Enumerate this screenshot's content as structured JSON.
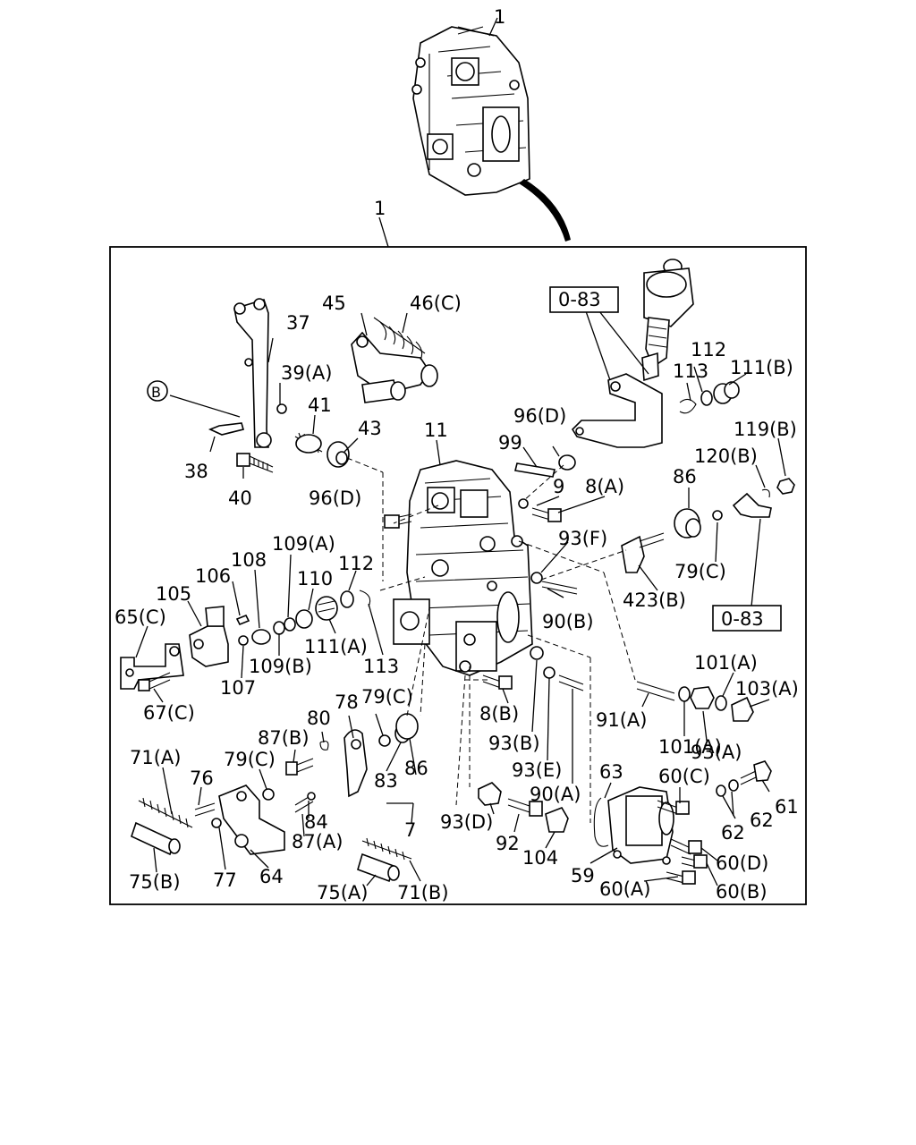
{
  "labels": {
    "top_ref": "1",
    "assembly_ref": "1",
    "ref_037": "37",
    "ref_045": "45",
    "ref_046c": "46(C)",
    "ref_039a": "39(A)",
    "ref_B": "B",
    "ref_041": "41",
    "ref_043": "43",
    "ref_038": "38",
    "ref_040": "40",
    "ref_011": "11",
    "ref_099": "99",
    "ref_096d_top": "96(D)",
    "ref_096d_left": "96(D)",
    "ref_009": "9",
    "ref_008a": "8(A)",
    "ref_083_top": "0-83",
    "ref_112_top": "112",
    "ref_113_top": "113",
    "ref_111b": "111(B)",
    "ref_119b": "119(B)",
    "ref_120b": "120(B)",
    "ref_086_top": "86",
    "ref_093f": "93(F)",
    "ref_079c_right": "79(C)",
    "ref_423b": "423(B)",
    "ref_083_right": "0-83",
    "ref_090b": "90(B)",
    "ref_065c": "65(C)",
    "ref_105": "105",
    "ref_106": "106",
    "ref_108": "108",
    "ref_109a": "109(A)",
    "ref_110": "110",
    "ref_112_mid": "112",
    "ref_111a": "111(A)",
    "ref_113_mid": "113",
    "ref_109b": "109(B)",
    "ref_107": "107",
    "ref_067c": "67(C)",
    "ref_101a_top": "101(A)",
    "ref_103a": "103(A)",
    "ref_091a": "91(A)",
    "ref_101a_low": "101(A)",
    "ref_093a": "93(A)",
    "ref_008b": "8(B)",
    "ref_093b": "93(B)",
    "ref_093e": "93(E)",
    "ref_090a": "90(A)",
    "ref_078": "78",
    "ref_079c_mid": "79(C)",
    "ref_080": "80",
    "ref_087b": "87(B)",
    "ref_083": "83",
    "ref_086_low": "86",
    "ref_007": "7",
    "ref_071a": "71(A)",
    "ref_076": "76",
    "ref_079c_low": "79(C)",
    "ref_084": "84",
    "ref_087a": "87(A)",
    "ref_075b": "75(B)",
    "ref_077": "77",
    "ref_064": "64",
    "ref_075a": "75(A)",
    "ref_071b": "71(B)",
    "ref_063": "63",
    "ref_060c": "60(C)",
    "ref_061": "61",
    "ref_062_a": "62",
    "ref_062_b": "62",
    "ref_093d": "93(D)",
    "ref_092": "92",
    "ref_104": "104",
    "ref_059": "59",
    "ref_060a": "60(A)",
    "ref_060d": "60(D)",
    "ref_060b": "60(B)"
  }
}
